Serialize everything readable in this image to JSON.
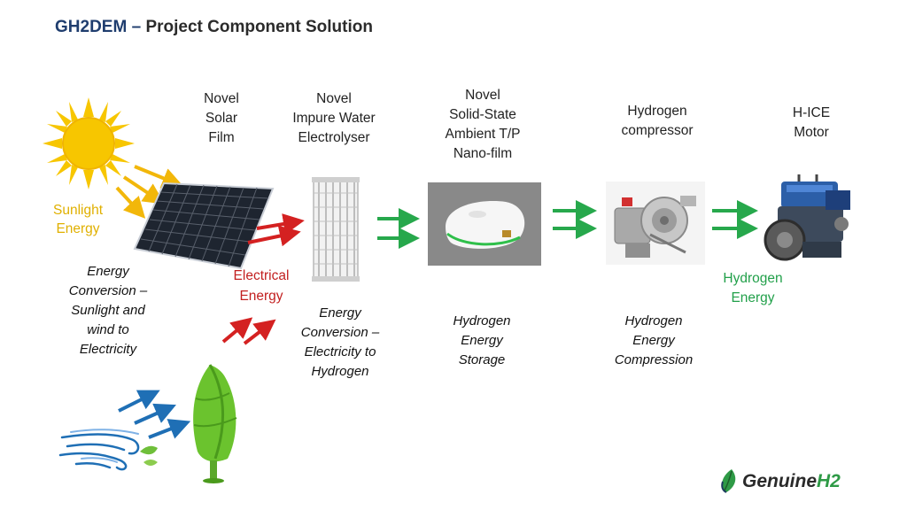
{
  "header": {
    "project": "GH2DEM",
    "separator": "–",
    "subtitle": "Project Component Solution"
  },
  "components": {
    "solar_film": [
      "Novel",
      "Solar",
      "Film"
    ],
    "electrolyser": [
      "Novel",
      "Impure Water",
      "Electrolyser"
    ],
    "storage_film": [
      "Novel",
      "Solid-State",
      "Ambient T/P",
      "Nano-film"
    ],
    "compressor": [
      "Hydrogen",
      "compressor"
    ],
    "motor": [
      "H-ICE",
      "Motor"
    ]
  },
  "energy_labels": {
    "sunlight": [
      "Sunlight",
      "Energy"
    ],
    "electrical": [
      "Electrical",
      "Energy"
    ],
    "hydrogen": [
      "Hydrogen",
      "Energy"
    ]
  },
  "descriptions": {
    "conversion_sun_wind": [
      "Energy",
      "Conversion –",
      "Sunlight and",
      "wind to",
      "Electricity"
    ],
    "conversion_hydrogen": [
      "Energy",
      "Conversion –",
      "Electricity to",
      "Hydrogen"
    ],
    "storage": [
      "Hydrogen",
      "Energy",
      "Storage"
    ],
    "compression": [
      "Hydrogen",
      "Energy",
      "Compression"
    ]
  },
  "logo": {
    "name": "Genuine",
    "suffix": "H2"
  },
  "icons": {
    "sun": "sun-icon",
    "solar_panel": "solar-panel-icon",
    "wind_turbine": "wind-turbine-icon",
    "wind": "wind-icon",
    "electrolyser": "electrolyser-icon",
    "storage": "storage-device-icon",
    "compressor": "compressor-icon",
    "motor": "engine-icon",
    "logo_leaf": "leaf-icon"
  },
  "colors": {
    "title_blue": "#1f3d6e",
    "sunlight_yellow": "#e0b000",
    "electric_red": "#c22020",
    "hydrogen_green": "#22a04a",
    "wind_blue": "#1f6fb5"
  }
}
